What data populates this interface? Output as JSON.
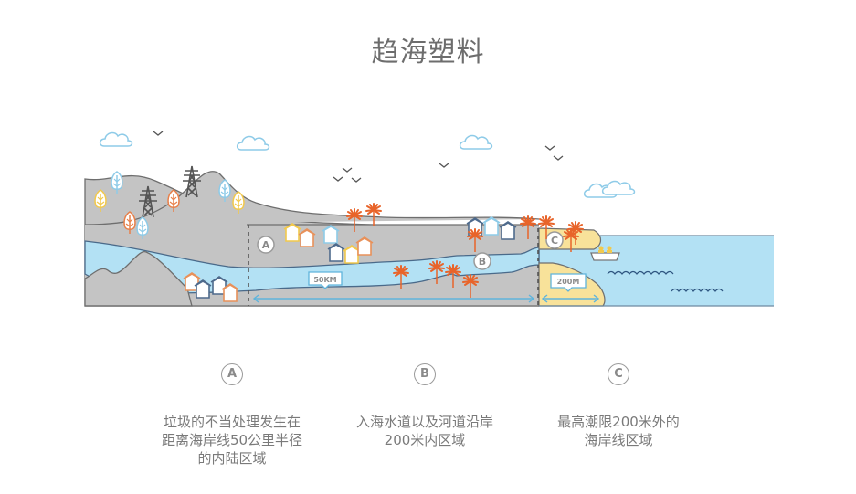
{
  "title": "趋海塑料",
  "colors": {
    "land": "#c4c4c4",
    "water": "#b3e1f4",
    "sand": "#f8e29a",
    "outline": "#6e6e6e",
    "river_edge": "#4a6a8a",
    "house_orange": "#e8915a",
    "house_yellow": "#f2c94c",
    "house_blue": "#4e6a8c",
    "tree_orange": "#e8804a",
    "palm": "#e8642a",
    "cloud": "#8ecbe8",
    "arrow": "#5fb4dc",
    "text": "#7a7a7a"
  },
  "scene": {
    "zone_markers": [
      {
        "label": "A"
      },
      {
        "label": "B"
      },
      {
        "label": "C"
      }
    ],
    "distance_labels": [
      {
        "label": "50KM"
      },
      {
        "label": "200M"
      }
    ]
  },
  "legend": [
    {
      "badge": "A",
      "text_lines": [
        "垃圾的不当处理发生在",
        "距离海岸线50公里半径",
        "的内陆区域"
      ]
    },
    {
      "badge": "B",
      "text_lines": [
        "入海水道以及河道沿岸",
        "200米内区域"
      ]
    },
    {
      "badge": "C",
      "text_lines": [
        "最高潮限200米外的",
        "海岸线区域"
      ]
    }
  ]
}
